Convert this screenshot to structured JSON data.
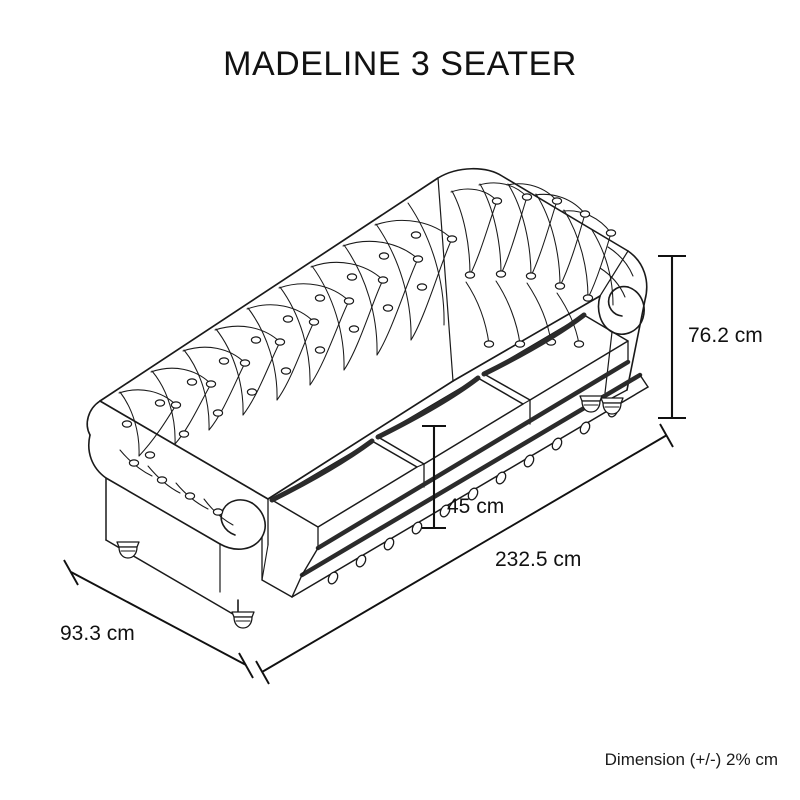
{
  "document": {
    "title": "MADELINE 3 SEATER",
    "type": "product-dimension-drawing",
    "subject": "chesterfield-sofa",
    "background_color": "#ffffff",
    "line_color": "#1a1a1a",
    "accent_line_color": "#2b2b2b"
  },
  "dimensions": {
    "height": {
      "value": "76.2 cm",
      "axis": "vertical",
      "measures": "overall-height"
    },
    "seat_height": {
      "value": "45 cm",
      "axis": "vertical",
      "measures": "seat-height"
    },
    "length": {
      "value": "232.5 cm",
      "axis": "diagonal",
      "measures": "overall-width"
    },
    "depth": {
      "value": "93.3 cm",
      "axis": "diagonal",
      "measures": "overall-depth"
    }
  },
  "footer": {
    "note": "Dimension (+/-) 2% cm"
  },
  "illustration": {
    "name": "chesterfield-sofa-isometric",
    "features": [
      "diamond-tufted-backrest",
      "rolled-scroll-arms",
      "three-seat-cushions",
      "nailhead-stud-trim",
      "turned-bun-feet"
    ],
    "seat_cushion_count": 3,
    "foot_count": 4
  }
}
